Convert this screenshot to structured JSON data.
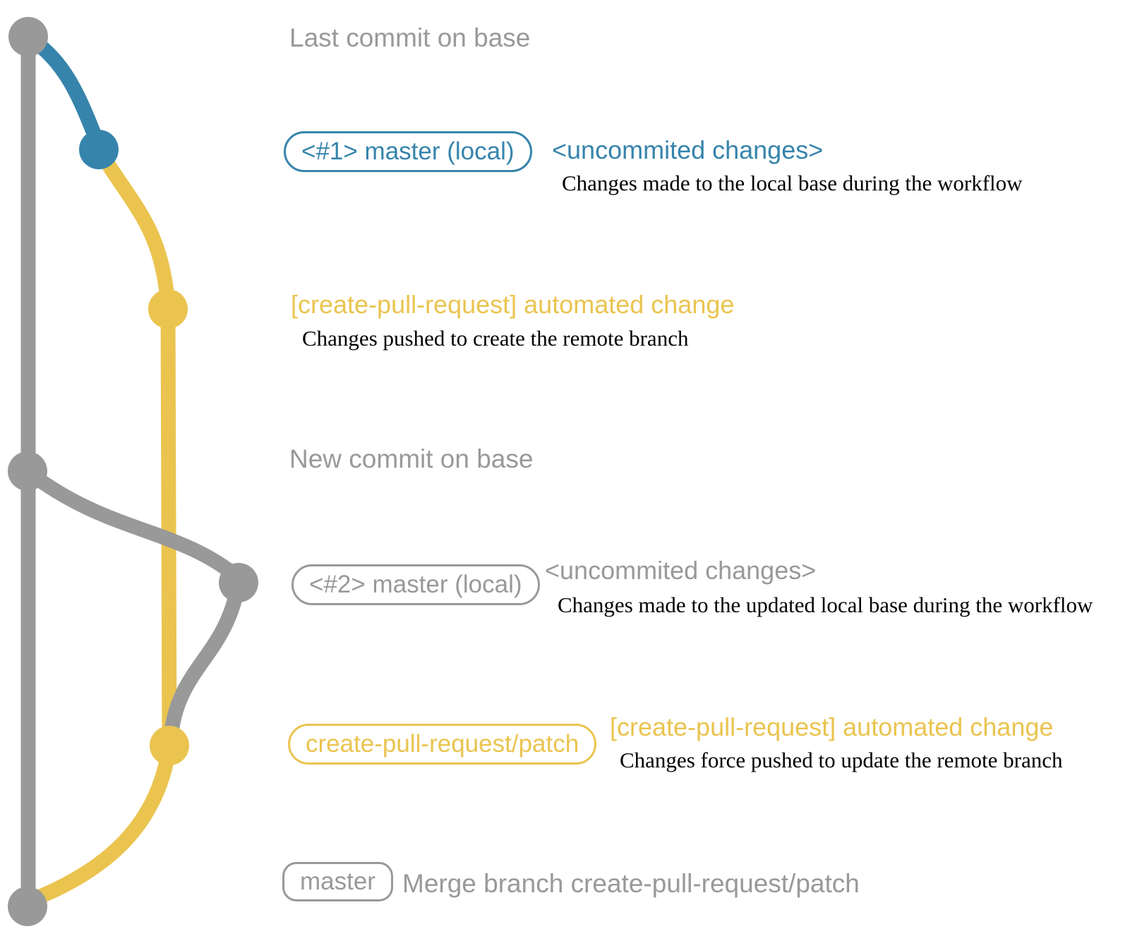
{
  "colors": {
    "gray": "#999999",
    "blue": "#3684AC",
    "yellow": "#EAC44F",
    "ink": "#000000"
  },
  "graph": {
    "nodes": [
      {
        "name": "last-commit-on-base"
      },
      {
        "name": "local-commit-1"
      },
      {
        "name": "remote-branch-commit-1"
      },
      {
        "name": "new-commit-on-base"
      },
      {
        "name": "local-commit-2"
      },
      {
        "name": "remote-branch-commit-2"
      },
      {
        "name": "merge-commit"
      }
    ]
  },
  "annotations": {
    "row1": {
      "title": "Last commit on base"
    },
    "row2": {
      "badge": "<#1> master (local)",
      "label": "<uncommited changes>",
      "description": "Changes made to the local base during the workflow"
    },
    "row3": {
      "label": "[create-pull-request] automated change",
      "description": "Changes pushed to create the remote branch"
    },
    "row4": {
      "title": "New commit on base"
    },
    "row5": {
      "badge": "<#2> master (local)",
      "label": "<uncommited changes>",
      "description": "Changes made to the updated local base during the workflow"
    },
    "row6": {
      "badge": "create-pull-request/patch",
      "label": "[create-pull-request] automated change",
      "description": "Changes force pushed to update the remote branch"
    },
    "row7": {
      "badge": "master",
      "label": "Merge branch create-pull-request/patch"
    }
  }
}
